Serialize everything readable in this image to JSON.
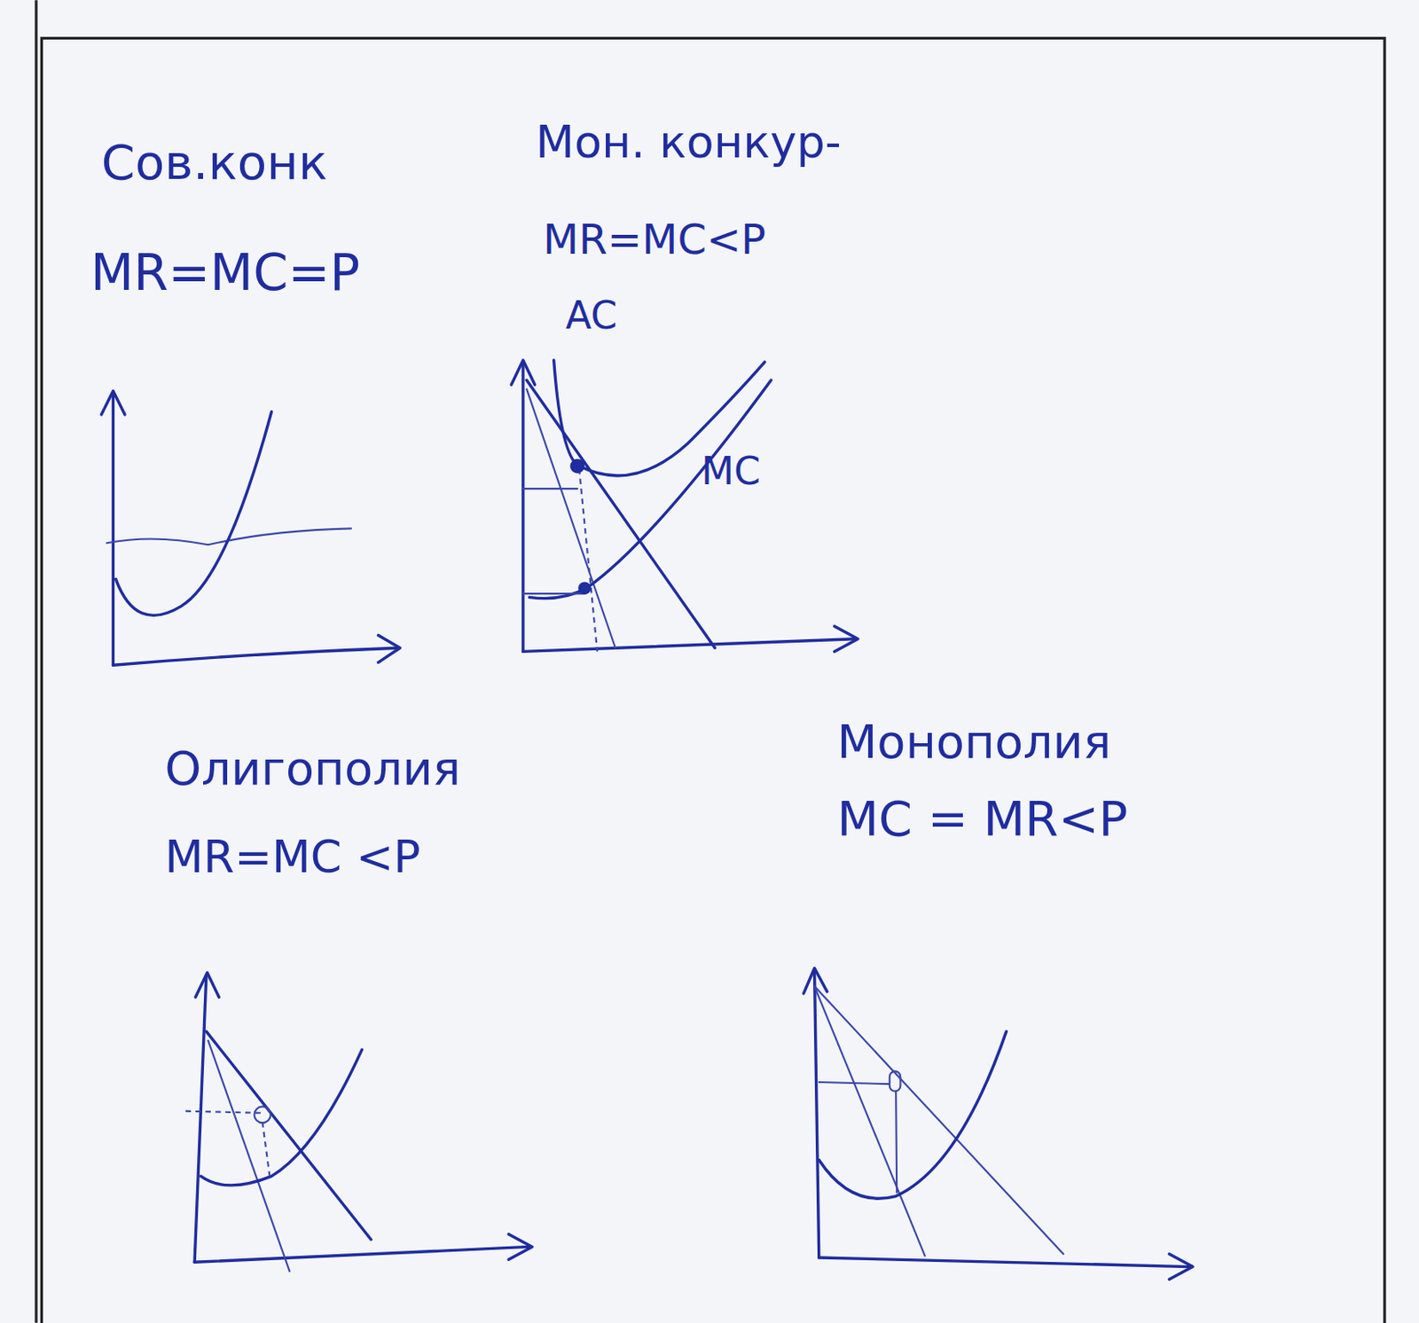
{
  "diagram": {
    "labels": [
      "Сов.конк",
      "MR=MC=P",
      "Мон. конкур-",
      "MR=MC<P",
      "AC",
      "MC",
      "Олигополия",
      "MR=MC <P",
      "Монополия",
      "MC = MR<P"
    ]
  }
}
